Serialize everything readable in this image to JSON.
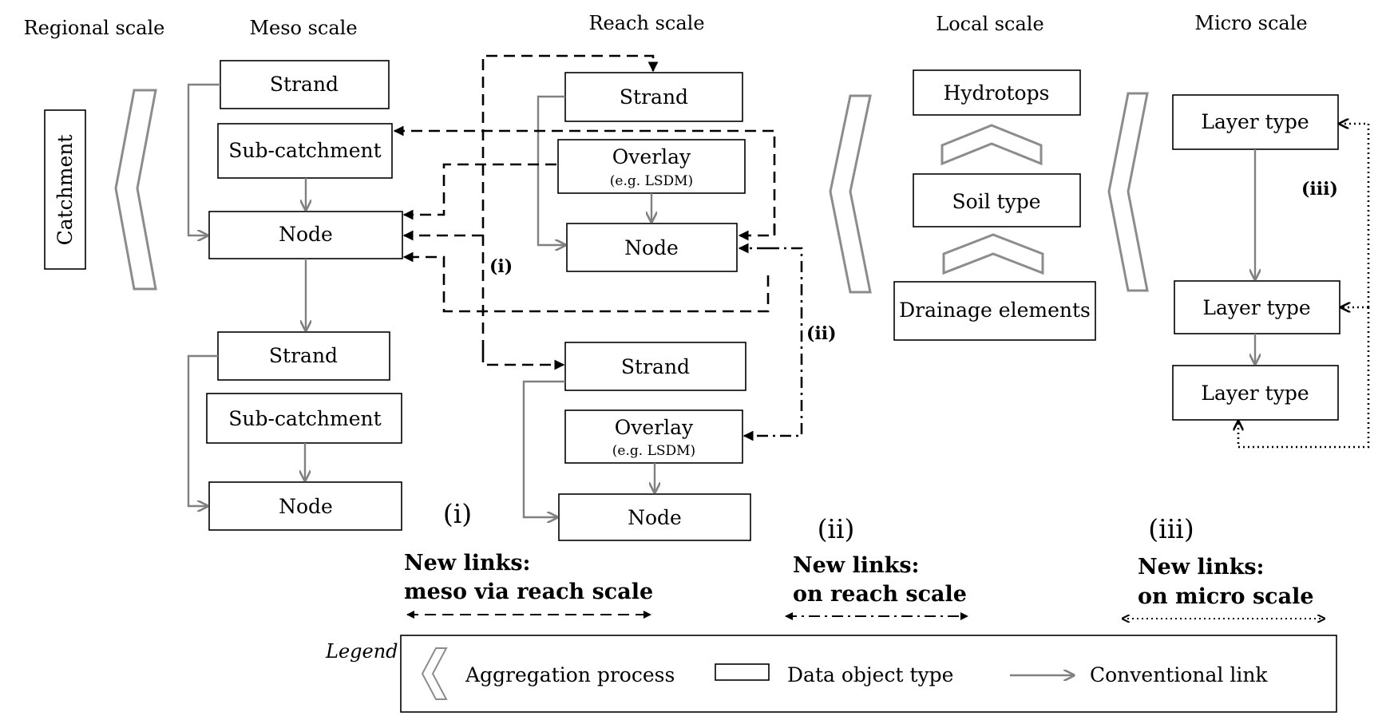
{
  "scales": {
    "regional": "Regional scale",
    "meso": "Meso scale",
    "reach": "Reach scale",
    "local": "Local scale",
    "micro": "Micro scale"
  },
  "regional": {
    "catchment": "Catchment"
  },
  "meso": {
    "group1": {
      "strand": "Strand",
      "subcatchment": "Sub-catchment",
      "node": "Node"
    },
    "group2": {
      "strand": "Strand",
      "subcatchment": "Sub-catchment",
      "node": "Node"
    }
  },
  "reach": {
    "group1": {
      "strand": "Strand",
      "overlay": "Overlay",
      "overlay_sub": "(e.g. LSDM)",
      "node": "Node"
    },
    "group2": {
      "strand": "Strand",
      "overlay": "Overlay",
      "overlay_sub": "(e.g. LSDM)",
      "node": "Node"
    }
  },
  "local": {
    "hydrotops": "Hydrotops",
    "soil_type": "Soil type",
    "drainage": "Drainage elements"
  },
  "micro": {
    "layer1": "Layer type",
    "layer2": "Layer type",
    "layer3": "Layer type"
  },
  "link_markers": {
    "i": "(i)",
    "ii": "(ii)",
    "iii": "(iii)"
  },
  "new_links": {
    "i": {
      "marker": "(i)",
      "line1": "New links:",
      "line2": "meso via reach scale"
    },
    "ii": {
      "marker": "(ii)",
      "line1": "New links:",
      "line2": "on reach scale"
    },
    "iii": {
      "marker": "(iii)",
      "line1": "New links:",
      "line2": "on micro scale"
    }
  },
  "legend": {
    "title": "Legend",
    "aggregation": "Aggregation process",
    "data_object": "Data object type",
    "conventional_link": "Conventional link"
  }
}
